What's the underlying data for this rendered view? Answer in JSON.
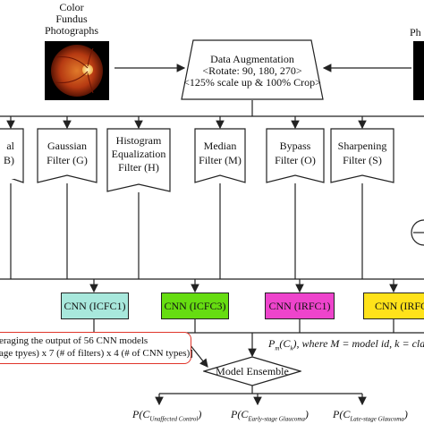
{
  "input_label_left": [
    "Color",
    "Fundus",
    "Photographs"
  ],
  "input_label_right": "Ph",
  "augmentation": {
    "title": "Data Augmentation",
    "line1": "<Rotate: 90, 180, 270>",
    "line2": "<125% scale up & 100% Crop>"
  },
  "filters": [
    {
      "line1": "al",
      "line2": "B)"
    },
    {
      "line1": "Gaussian",
      "line2": "Filter (G)"
    },
    {
      "line1": "Histogram",
      "line2": "Equalization",
      "line3": "Filter (H)"
    },
    {
      "line1": "Median",
      "line2": "Filter (M)"
    },
    {
      "line1": "Bypass",
      "line2": "Filter (O)"
    },
    {
      "line1": "Sharpening",
      "line2": "Filter (S)"
    }
  ],
  "cnns": [
    {
      "label": "CNN (ICFC1)",
      "color": "#a8e8dc"
    },
    {
      "label": "CNN (ICFC3)",
      "color": "#66dd11"
    },
    {
      "label": "CNN (IRFC1)",
      "color": "#ee44cc"
    },
    {
      "label": "CNN (IRFC",
      "color": "#ffe21a"
    }
  ],
  "cnn_output": {
    "main": "P",
    "sub_m": "m",
    "arg": "C",
    "sub_k": "k",
    "rest": ",  where M = model id, k = clas"
  },
  "note": {
    "line1": "eraging the output of 56 CNN models",
    "line2": "age tpyes) x 7 (# of filters) x 4 (# of CNN types)]"
  },
  "ensemble_label": "Model Ensemble",
  "outputs": [
    {
      "p": "P(C",
      "sub": "Unaffected Control",
      "close": ")"
    },
    {
      "p": "P(C",
      "sub": "Early-stage Glaucoma",
      "close": ")"
    },
    {
      "p": "P(C",
      "sub": "Late-stage Glaucoma",
      "close": ")"
    }
  ],
  "colors": {
    "line": "#222222",
    "note_border": "#e0352a",
    "fundus_bg": "#000000",
    "fundus": "#c0461a"
  }
}
